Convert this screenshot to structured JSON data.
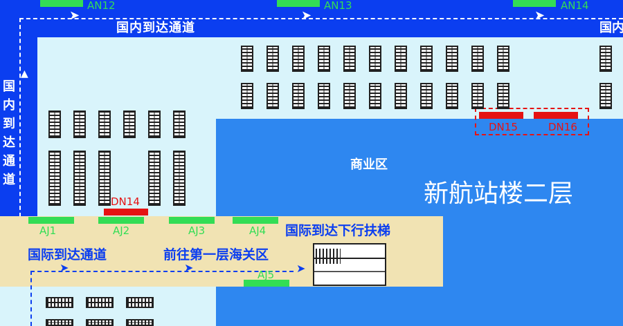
{
  "top_gates": [
    {
      "label": "AN12"
    },
    {
      "label": "AN13"
    },
    {
      "label": "AN14"
    }
  ],
  "domestic_corridor_label": "国内到达通道",
  "domestic_corridor_label_right": "国内",
  "domestic_vertical_label": "国内到达通道",
  "commercial_area_label": "商业区",
  "terminal_floor_label": "新航站楼二层",
  "red_gates": [
    {
      "label": "DN14"
    },
    {
      "label": "DN15"
    },
    {
      "label": "DN16"
    }
  ],
  "bottom_gates": [
    {
      "label": "AJ1"
    },
    {
      "label": "AJ2"
    },
    {
      "label": "AJ3"
    },
    {
      "label": "AJ4"
    },
    {
      "label": "AJ5"
    }
  ],
  "intl_arrival_escalator_label": "国际到达下行扶梯",
  "intl_corridor_label": "国际到达通道",
  "customs_direction_label": "前往第一层海关区",
  "colors": {
    "corridor_blue": "#0b3ef0",
    "commercial_blue": "#2e87f0",
    "light_floor": "#d9f4fb",
    "intl_band": "#f1e3b3",
    "gate_green": "#33dd55",
    "gate_red": "#e51313"
  }
}
